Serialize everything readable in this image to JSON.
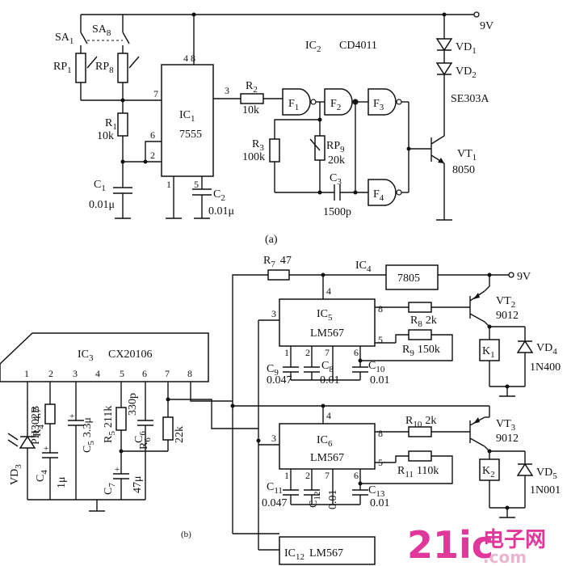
{
  "circuit_a": {
    "caption": "(a)",
    "supply": "9V",
    "ic2_label": "IC",
    "ic2_sub": "2",
    "ic2_part": "CD4011",
    "ic1": {
      "name": "IC",
      "sub": "1",
      "part": "7555",
      "pin_top": "4 8",
      "pin_out": "3",
      "pin_7": "7",
      "pin_6": "6",
      "pin_2": "2",
      "pin_1": "1",
      "pin_5": "5"
    },
    "sa1": {
      "name": "SA",
      "sub": "1"
    },
    "sa8": {
      "name": "SA",
      "sub": "8"
    },
    "rp1": {
      "name": "RP",
      "sub": "1"
    },
    "rp8": {
      "name": "RP",
      "sub": "8"
    },
    "r1": {
      "name": "R",
      "sub": "1",
      "value": "10k"
    },
    "c1": {
      "name": "C",
      "sub": "1",
      "value": "0.01μ"
    },
    "c2": {
      "name": "C",
      "sub": "2",
      "value": "0.01μ"
    },
    "r2": {
      "name": "R",
      "sub": "2",
      "value": "10k"
    },
    "r3": {
      "name": "R",
      "sub": "3",
      "value": "100k"
    },
    "rp9": {
      "name": "RP",
      "sub": "9",
      "value": "20k"
    },
    "c3": {
      "name": "C",
      "sub": "3",
      "value": "1500p"
    },
    "gates": [
      {
        "name": "F",
        "sub": "1"
      },
      {
        "name": "F",
        "sub": "2"
      },
      {
        "name": "F",
        "sub": "3"
      },
      {
        "name": "F",
        "sub": "4"
      }
    ],
    "vd1": {
      "name": "VD",
      "sub": "1"
    },
    "vd2": {
      "name": "VD",
      "sub": "2"
    },
    "led_part": "SE303A",
    "vt1": {
      "name": "VT",
      "sub": "1",
      "part": "8050"
    }
  },
  "circuit_b": {
    "caption": "(b)",
    "supply": "9V",
    "r7": {
      "name": "R",
      "sub": "7",
      "value": "47"
    },
    "ic4": {
      "name": "IC",
      "sub": "4",
      "part": "7805"
    },
    "ic5": {
      "name": "IC",
      "sub": "5",
      "part": "LM567",
      "pin4": "4",
      "pin3": "3",
      "pin8": "8",
      "pin5": "5",
      "pin1": "1",
      "pin2": "2",
      "pin7": "7",
      "pin6": "6"
    },
    "ic6": {
      "name": "IC",
      "sub": "6",
      "part": "LM567",
      "pin4": "4",
      "pin3": "3",
      "pin8": "8",
      "pin5": "5",
      "pin1": "1",
      "pin2": "2",
      "pin7": "7",
      "pin6": "6"
    },
    "ic12": {
      "name": "IC",
      "sub": "12",
      "part": "LM567"
    },
    "r8": {
      "name": "R",
      "sub": "8",
      "value": "2k"
    },
    "r9": {
      "name": "R",
      "sub": "9",
      "value": "150k"
    },
    "r10": {
      "name": "R",
      "sub": "10",
      "value": "2k"
    },
    "r11": {
      "name": "R",
      "sub": "11",
      "value": "110k"
    },
    "c9": {
      "name": "C",
      "sub": "9",
      "value": "0.047"
    },
    "c8": {
      "name": "C",
      "sub": "8",
      "value": "0.01"
    },
    "c10": {
      "name": "C",
      "sub": "10",
      "value": "0.01"
    },
    "c11": {
      "name": "C",
      "sub": "11",
      "value": "0.047"
    },
    "c12": {
      "name": "C",
      "sub": "12",
      "value": "0.01"
    },
    "c13": {
      "name": "C",
      "sub": "13",
      "value": "0.01"
    },
    "vt2": {
      "name": "VT",
      "sub": "2",
      "part": "9012"
    },
    "vt3": {
      "name": "VT",
      "sub": "3",
      "part": "9012"
    },
    "k1": {
      "name": "K",
      "sub": "1"
    },
    "k2": {
      "name": "K",
      "sub": "2"
    },
    "vd4": {
      "name": "VD",
      "sub": "4",
      "part": "1N400"
    },
    "vd5": {
      "name": "VD",
      "sub": "5",
      "part": "1N001"
    },
    "ic3": {
      "name": "IC",
      "sub": "3",
      "part": "CX20106",
      "pins": [
        "1",
        "2",
        "3",
        "4",
        "5",
        "6",
        "7",
        "8"
      ]
    },
    "r4": {
      "name": "R",
      "sub": "4",
      "value": "4.7"
    },
    "c5": {
      "name": "C",
      "sub": "5",
      "value": "3.3μ"
    },
    "r5": {
      "name": "R",
      "sub": "5",
      "value": "211k"
    },
    "c6": {
      "name": "C",
      "sub": "6",
      "value": "330p"
    },
    "r6": {
      "name": "R",
      "sub": "6",
      "value": "22k"
    },
    "c4": {
      "name": "C",
      "sub": "4",
      "value": "1μ"
    },
    "c7": {
      "name": "C",
      "sub": "7",
      "value": "47μ"
    },
    "vd3": {
      "name": "VD",
      "sub": "3",
      "part": "PH302B"
    }
  },
  "watermark": {
    "brand": "21ic",
    "cn": "电子网",
    "url": ".com"
  }
}
